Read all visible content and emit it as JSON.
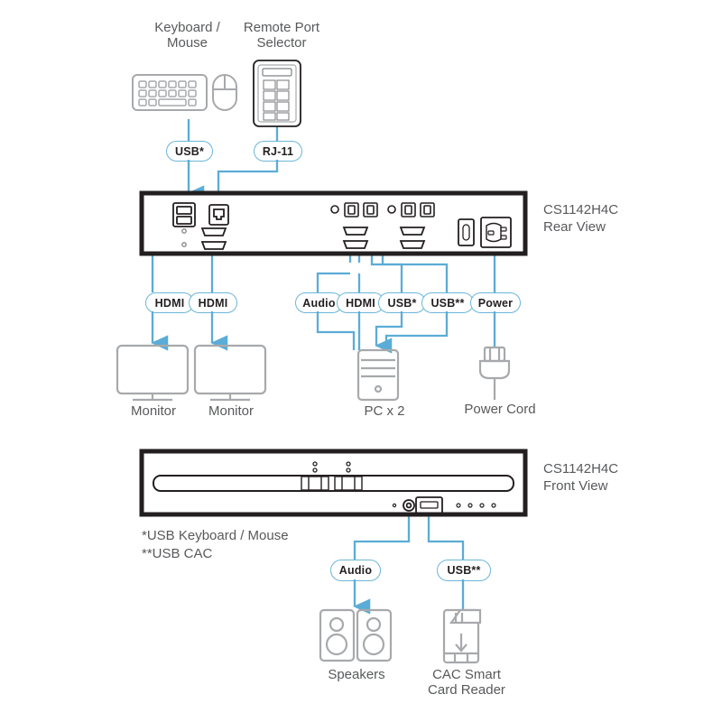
{
  "meta": {
    "title": "CS1142H4C KVM switch connection diagram",
    "accent_blue": "#5bacd6",
    "device_outline": "#231f20",
    "icon_gray": "#a7a9ac",
    "text_gray": "#58595b"
  },
  "top_devices": [
    {
      "name": "keyboard-mouse",
      "label": "Keyboard /\nMouse"
    },
    {
      "name": "remote-port-selector",
      "label": "Remote Port\nSelector"
    }
  ],
  "connectors": {
    "top": [
      {
        "name": "usb-kb-ms",
        "label": "USB*"
      },
      {
        "name": "rj11",
        "label": "RJ-11"
      }
    ],
    "rear_outputs": [
      {
        "name": "hdmi-monitor-1",
        "label": "HDMI"
      },
      {
        "name": "hdmi-monitor-2",
        "label": "HDMI"
      }
    ],
    "rear_pc": [
      {
        "name": "audio",
        "label": "Audio"
      },
      {
        "name": "hdmi-pc",
        "label": "HDMI"
      },
      {
        "name": "usb-pc",
        "label": "USB*"
      },
      {
        "name": "usb-cac",
        "label": "USB**"
      }
    ],
    "rear_power": [
      {
        "name": "power",
        "label": "Power"
      }
    ],
    "front": [
      {
        "name": "audio-front",
        "label": "Audio"
      },
      {
        "name": "usb-cac-front",
        "label": "USB**"
      }
    ]
  },
  "panels": {
    "rear": {
      "name": "rear-view",
      "label": "CS1142H4C\nRear View"
    },
    "front": {
      "name": "front-view",
      "label": "CS1142H4C\nFront View"
    }
  },
  "bottom_devices": [
    {
      "name": "monitor-1",
      "label": "Monitor"
    },
    {
      "name": "monitor-2",
      "label": "Monitor"
    },
    {
      "name": "pc",
      "label": "PC x 2"
    },
    {
      "name": "power-cord",
      "label": "Power Cord"
    },
    {
      "name": "speakers",
      "label": "Speakers"
    },
    {
      "name": "cac-reader",
      "label": "CAC Smart\nCard Reader"
    }
  ],
  "footnotes": {
    "name": "footnotes",
    "text": "*USB Keyboard / Mouse\n**USB CAC"
  }
}
